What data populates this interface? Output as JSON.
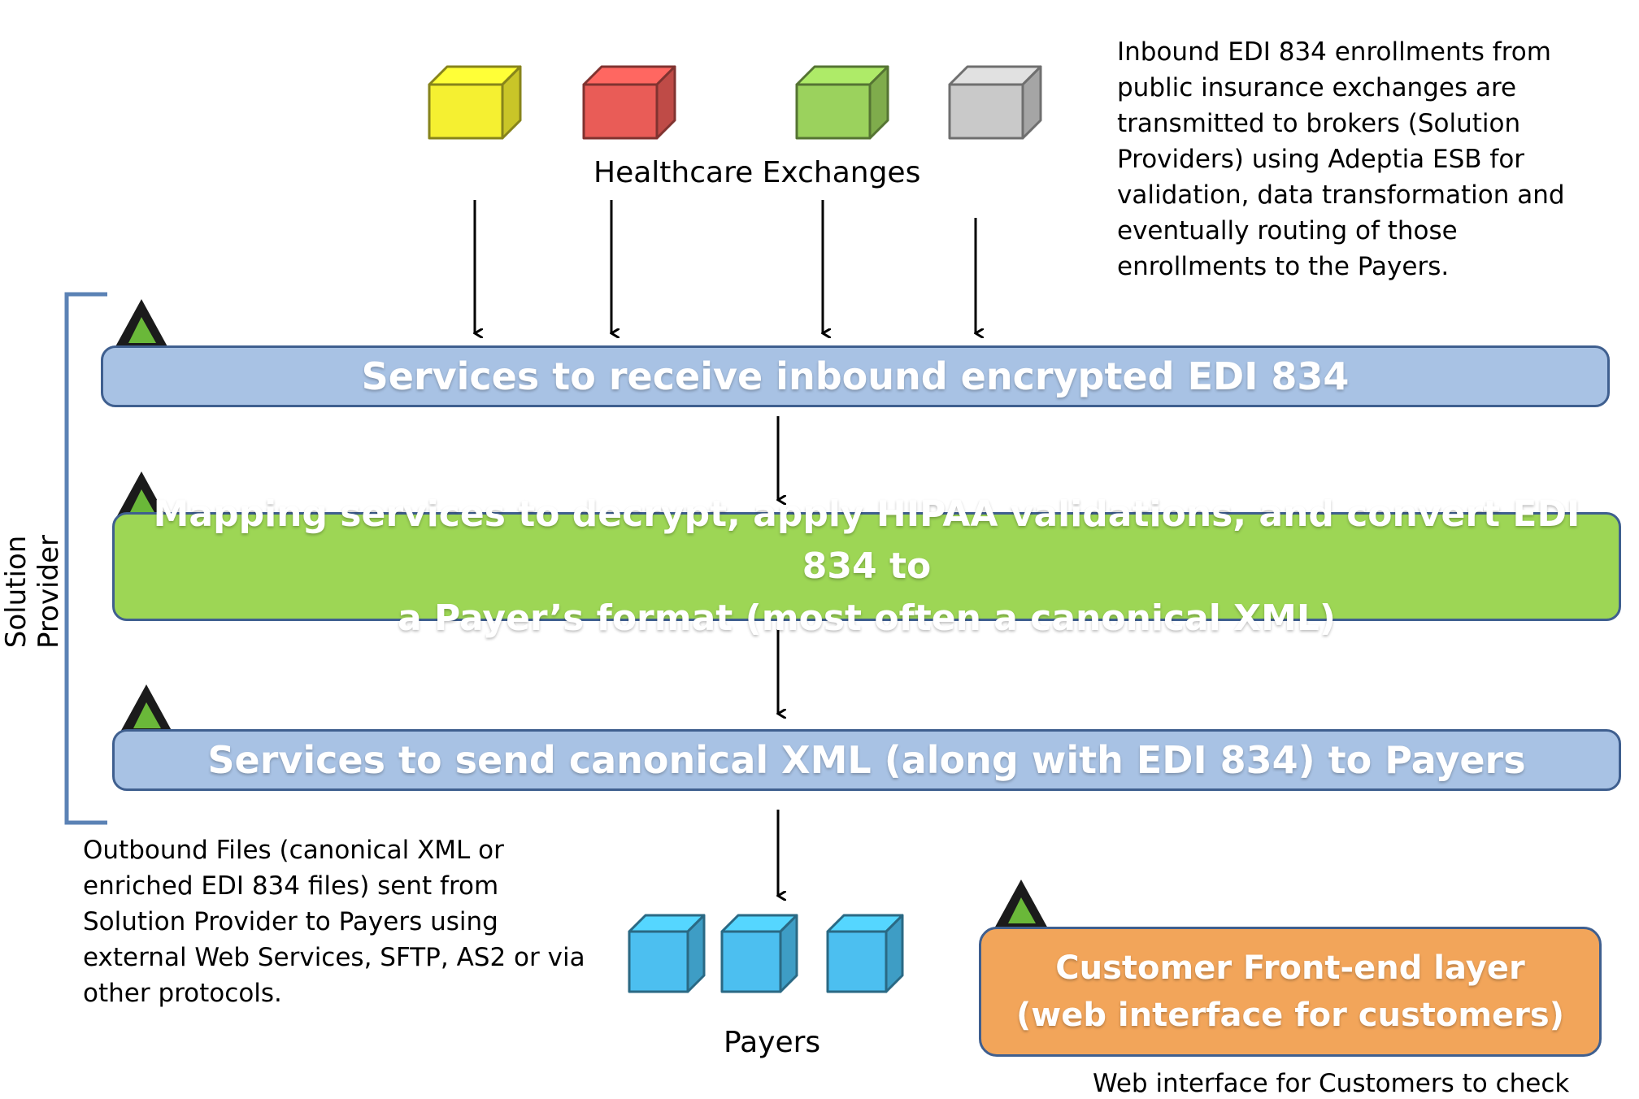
{
  "exchanges": {
    "label": "Healthcare Exchanges",
    "cube_colors": [
      "#f5f031",
      "#e95c57",
      "#9bd25d",
      "#c9c9c9"
    ]
  },
  "notes": {
    "top_right": [
      "Inbound EDI 834 enrollments from",
      "public insurance exchanges are",
      "transmitted to brokers (Solution",
      "Providers) using Adeptia ESB for",
      "validation, data transformation and",
      "eventually routing of those",
      "enrollments to the Payers."
    ],
    "bottom_left": [
      "Outbound Files (canonical XML or",
      "enriched EDI 834 files) sent from",
      "Solution Provider to Payers using",
      "external Web Services, SFTP, AS2 or via",
      "other protocols."
    ],
    "bottom_right": "Web interface for Customers to check"
  },
  "bracket_label": "Solution Provider",
  "steps": {
    "receive": "Services to receive inbound encrypted EDI 834",
    "mapping_line1": "Mapping services to decrypt, apply HIPAA validations, and convert EDI 834 to",
    "mapping_line2": "a Payer’s format (most often a canonical XML)",
    "send": "Services to send canonical XML (along with EDI 834) to Payers"
  },
  "payers": {
    "label": "Payers",
    "cube_color": "#4cbff0"
  },
  "frontend": {
    "line1": "Customer Front-end layer",
    "line2": "(web interface for customers)"
  },
  "colors": {
    "bar_blue": "#a8c2e4",
    "bar_green": "#9dd655",
    "bar_orange": "#f2a55a",
    "bracket": "#5b82b5"
  }
}
